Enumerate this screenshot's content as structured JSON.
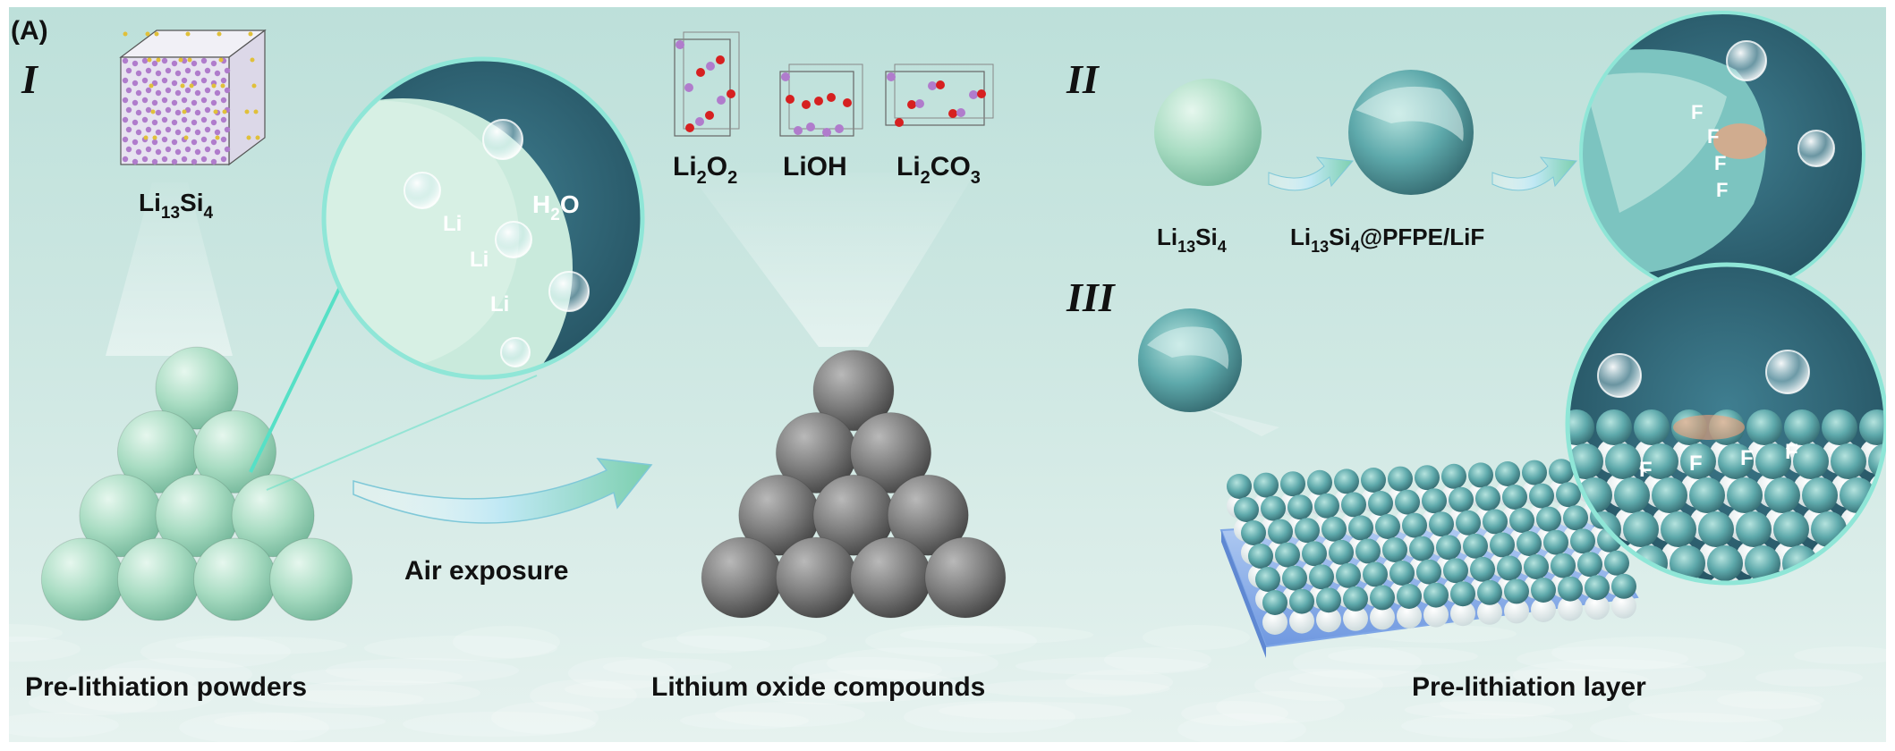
{
  "figure": {
    "panel_label": "(A)",
    "section_numerals": [
      "I",
      "II",
      "III"
    ]
  },
  "stage1": {
    "crystal": {
      "base": "Li",
      "sub1": "13",
      "mid": "Si",
      "sub2": "4"
    },
    "zoom_labels": {
      "surface": [
        "Li",
        "Li",
        "Li"
      ],
      "water": {
        "base": "H",
        "sub": "2",
        "tail": "O"
      }
    },
    "arrow_label": "Air exposure",
    "caption": "Pre-lithiation powders"
  },
  "stage2": {
    "compounds": [
      {
        "base": "Li",
        "sub": "2",
        "tail": "O",
        "sub2": "2"
      },
      {
        "base": "LiOH"
      },
      {
        "base": "Li",
        "sub": "2",
        "tail": "CO",
        "sub2": "3"
      }
    ],
    "caption": "Lithium oxide compounds"
  },
  "stage3": {
    "bare_particle": {
      "base": "Li",
      "sub1": "13",
      "mid": "Si",
      "sub2": "4"
    },
    "coated_particle": {
      "base": "Li",
      "sub1": "13",
      "mid": "Si",
      "sub2": "4",
      "tail": "@PFPE/LiF"
    },
    "zoom_fluorine": [
      "F",
      "F",
      "F",
      "F"
    ],
    "layer_fluorine": [
      "F",
      "F",
      "F",
      "F"
    ],
    "caption": "Pre-lithiation layer"
  },
  "colors": {
    "background": "#c7e5df",
    "powder": "#a8dcc2",
    "oxide": "#7c7c7c",
    "zoom_dark": "#2f6678",
    "coating": "#5ea9ab",
    "current_collector": "#93b8ec",
    "lithium_atom": "#b07ccc",
    "oxygen_atom": "#d62020"
  },
  "icons": [
    "crystal-cell-icon",
    "water-droplet-icon",
    "arrow-right-icon",
    "magnifier-circle-icon"
  ]
}
